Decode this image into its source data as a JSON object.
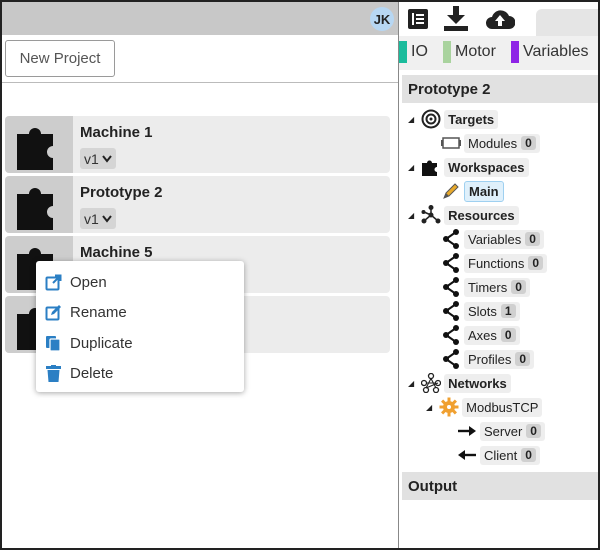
{
  "header": {
    "user_initials": "JK"
  },
  "left": {
    "new_project_label": "New Project",
    "projects": [
      {
        "name": "Machine 1",
        "version": "v1"
      },
      {
        "name": "Prototype 2",
        "version": "v1"
      },
      {
        "name": "Machine 5",
        "version": ""
      },
      {
        "name": "",
        "version": ""
      }
    ],
    "context_menu": {
      "items": [
        {
          "label": "Open",
          "icon": "external-link-icon"
        },
        {
          "label": "Rename",
          "icon": "edit-icon"
        },
        {
          "label": "Duplicate",
          "icon": "copy-icon"
        },
        {
          "label": "Delete",
          "icon": "trash-icon"
        }
      ]
    }
  },
  "right": {
    "toolbar_icons": [
      "list-icon",
      "download-icon",
      "cloud-upload-icon"
    ],
    "legend": [
      {
        "label": "IO",
        "color": "#1abc9c"
      },
      {
        "label": "Motor",
        "color": "#a9d39e"
      },
      {
        "label": "Variables",
        "color": "#8e24e6"
      }
    ],
    "project_title": "Prototype 2",
    "tree": {
      "targets": {
        "label": "Targets",
        "children": [
          {
            "label": "Modules",
            "count": "0"
          }
        ]
      },
      "workspaces": {
        "label": "Workspaces",
        "children": [
          {
            "label": "Main"
          }
        ]
      },
      "resources": {
        "label": "Resources",
        "children": [
          {
            "label": "Variables",
            "count": "0"
          },
          {
            "label": "Functions",
            "count": "0"
          },
          {
            "label": "Timers",
            "count": "0"
          },
          {
            "label": "Slots",
            "count": "1"
          },
          {
            "label": "Axes",
            "count": "0"
          },
          {
            "label": "Profiles",
            "count": "0"
          }
        ]
      },
      "networks": {
        "label": "Networks",
        "children": [
          {
            "label": "ModbusTCP",
            "children": [
              {
                "label": "Server",
                "count": "0"
              },
              {
                "label": "Client",
                "count": "0"
              }
            ]
          }
        ]
      }
    },
    "output_title": "Output"
  },
  "colors": {
    "accent_blue": "#2b7fc4",
    "workspace_yellow": "#e8a92a"
  }
}
